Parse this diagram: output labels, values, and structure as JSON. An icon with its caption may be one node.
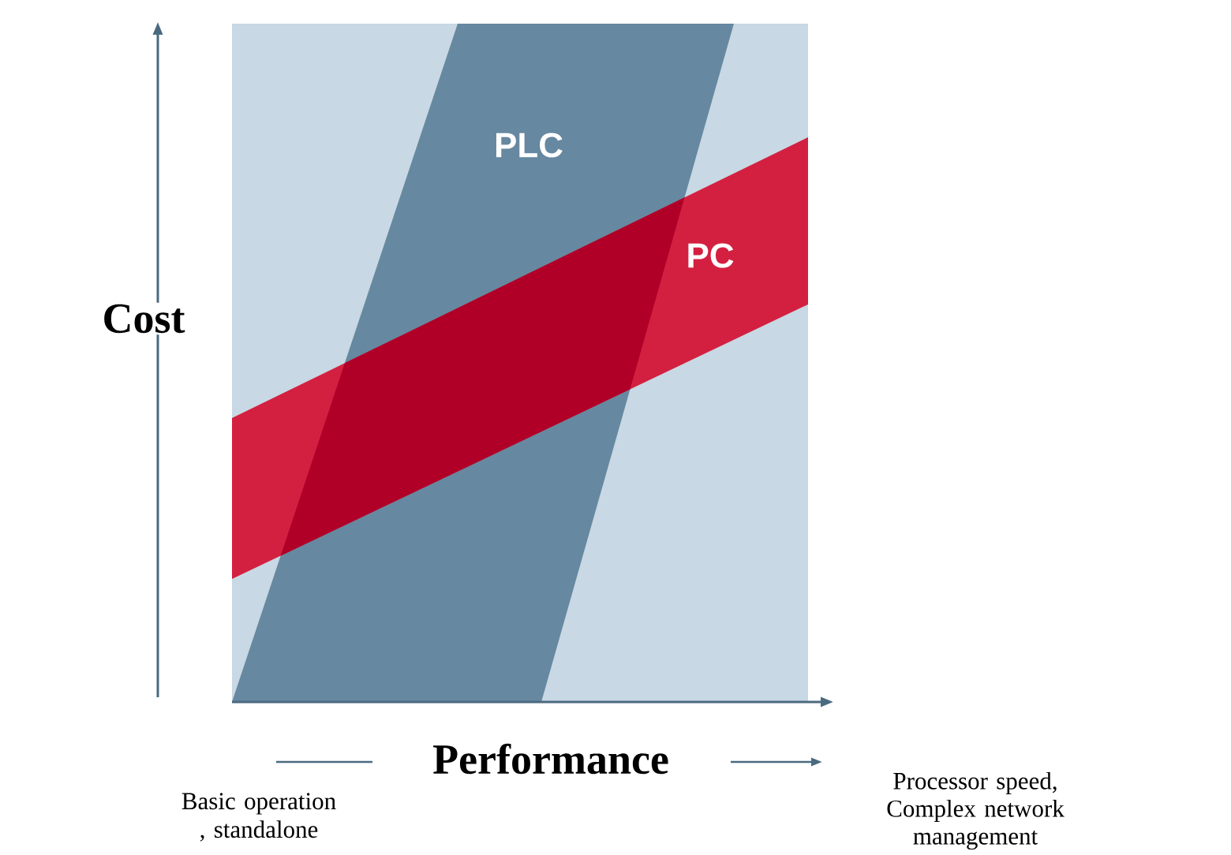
{
  "diagram": {
    "nodes": [
      {
        "text": [
          "PLC"
        ]
      },
      {
        "text": [
          "PC"
        ]
      }
    ],
    "labels": [
      "Cost",
      "Performance",
      "Basic operation , standalone",
      "Processor speed, Complex network management"
    ]
  }
}
